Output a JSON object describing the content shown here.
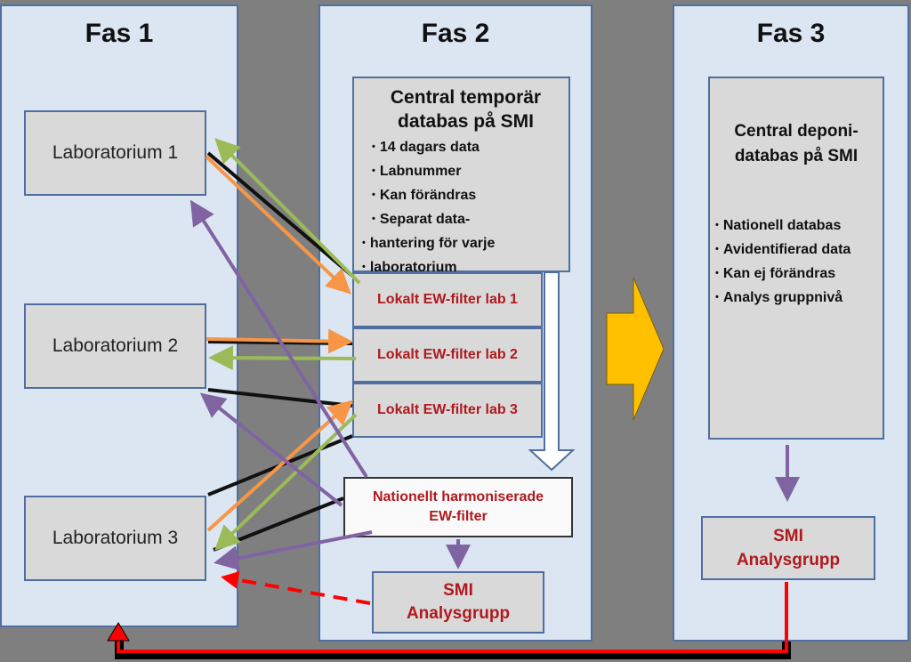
{
  "phases": {
    "phase1": {
      "title": "Fas 1",
      "labs": [
        "Laboratorium 1",
        "Laboratorium 2",
        "Laboratorium 3"
      ]
    },
    "phase2": {
      "title": "Fas 2",
      "central_db": {
        "title_line1": "Central temporär",
        "title_line2": "databas på SMI",
        "bullets": [
          "14 dagars data",
          "Labnummer",
          "Kan förändras",
          "Separat data-",
          "hantering för varje",
          "laboratorium"
        ]
      },
      "filters": [
        "Lokalt EW-filter lab 1",
        "Lokalt EW-filter lab 2",
        "Lokalt EW-filter lab 3"
      ],
      "national_filter": {
        "line1": "Nationellt harmoniserade",
        "line2": "EW-filter"
      },
      "analysis_group": {
        "line1": "SMI",
        "line2": "Analysgrupp"
      }
    },
    "phase3": {
      "title": "Fas 3",
      "depot_db": {
        "title_line1": "Central deponi-",
        "title_line2": "databas på SMI",
        "bullets": [
          "Nationell databas",
          "Avidentifierad data",
          "Kan ej förändras",
          "Analys gruppnivå"
        ]
      },
      "analysis_group": {
        "line1": "SMI",
        "line2": "Analysgrupp"
      }
    }
  },
  "colors": {
    "orange": "#f79646",
    "green": "#9bbb59",
    "purple": "#8064a2",
    "black": "#111111",
    "red": "#ff0000",
    "yellow": "#ffc000"
  }
}
